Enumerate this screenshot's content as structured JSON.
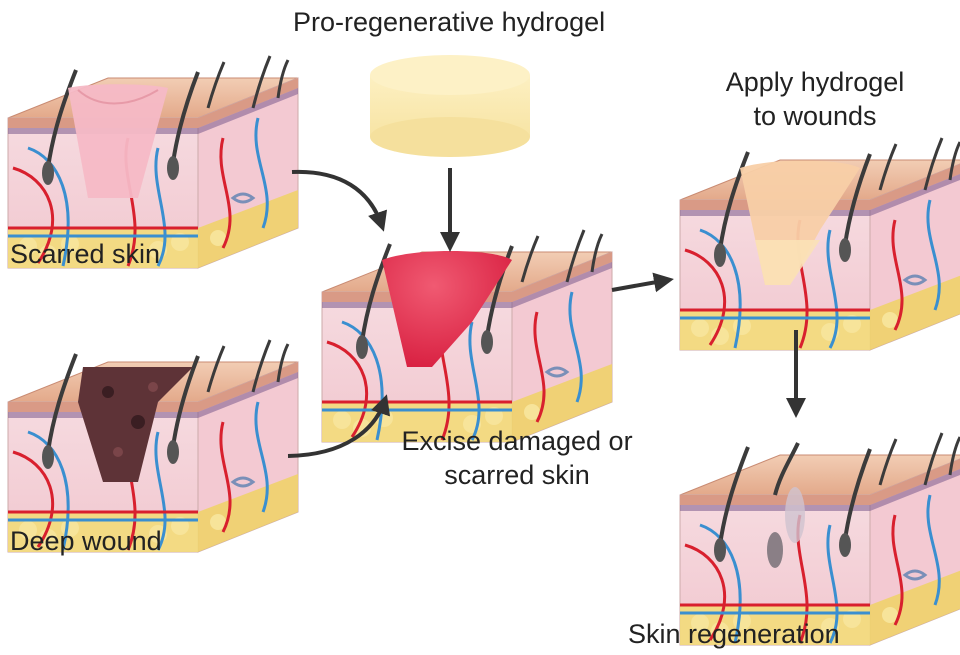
{
  "labels": {
    "hydrogel": "Pro-regenerative hydrogel",
    "scarred": "Scarred skin",
    "deep_wound": "Deep wound",
    "excise_line1": "Excise damaged or",
    "excise_line2": "scarred skin",
    "apply_line1": "Apply hydrogel",
    "apply_line2": "to wounds",
    "regeneration": "Skin regeneration"
  },
  "colors": {
    "arrow": "#333333",
    "hydrogel": "#fbe9ad",
    "wound_red": "#e8284a",
    "scar_pink": "#f6b9c6",
    "applied_gel": "#f8cfa6",
    "deep_wound_tissue": "#5e3337",
    "epidermis": "#e9b9a0",
    "dermis": "#f3d7dc",
    "vessel_red": "#d8202e",
    "vessel_blue": "#3a8fd0",
    "fat": "#f3dc7a",
    "hair": "#3b3b3b"
  }
}
